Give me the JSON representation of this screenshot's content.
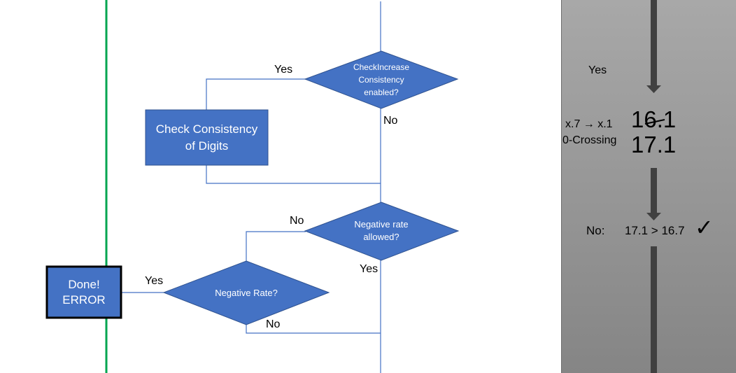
{
  "flowchart": {
    "box_check_digits": {
      "line1": "Check Consistency",
      "line2": "of Digits"
    },
    "box_done": {
      "line1": "Done!",
      "line2": "ERROR"
    },
    "diamond_check_increase": {
      "line1": "CheckIncrease",
      "line2": "Consistency",
      "line3": "enabled?"
    },
    "diamond_negative_allowed": {
      "line1": "Negative rate",
      "line2": "allowed?"
    },
    "diamond_negative_rate": {
      "line1": "Negative Rate?"
    },
    "edge_labels": {
      "check_increase_yes": "Yes",
      "check_increase_no": "No",
      "negative_allowed_no": "No",
      "negative_allowed_yes": "Yes",
      "negative_rate_yes": "Yes",
      "negative_rate_no": "No"
    },
    "colors": {
      "shape_fill": "#4472c4",
      "shape_stroke": "#2f528f",
      "connector": "#4472c4",
      "green_line": "#00a550"
    }
  },
  "side_panel": {
    "yes_label": "Yes",
    "rule_line1": "x.7 → x.1",
    "rule_line2": "0-Crossing",
    "old_value": "16.1",
    "new_value": "17.1",
    "no_label": "No:",
    "comparison": "17.1 > 16.7",
    "check_mark": "✓",
    "colors": {
      "arrow": "#404040"
    }
  }
}
